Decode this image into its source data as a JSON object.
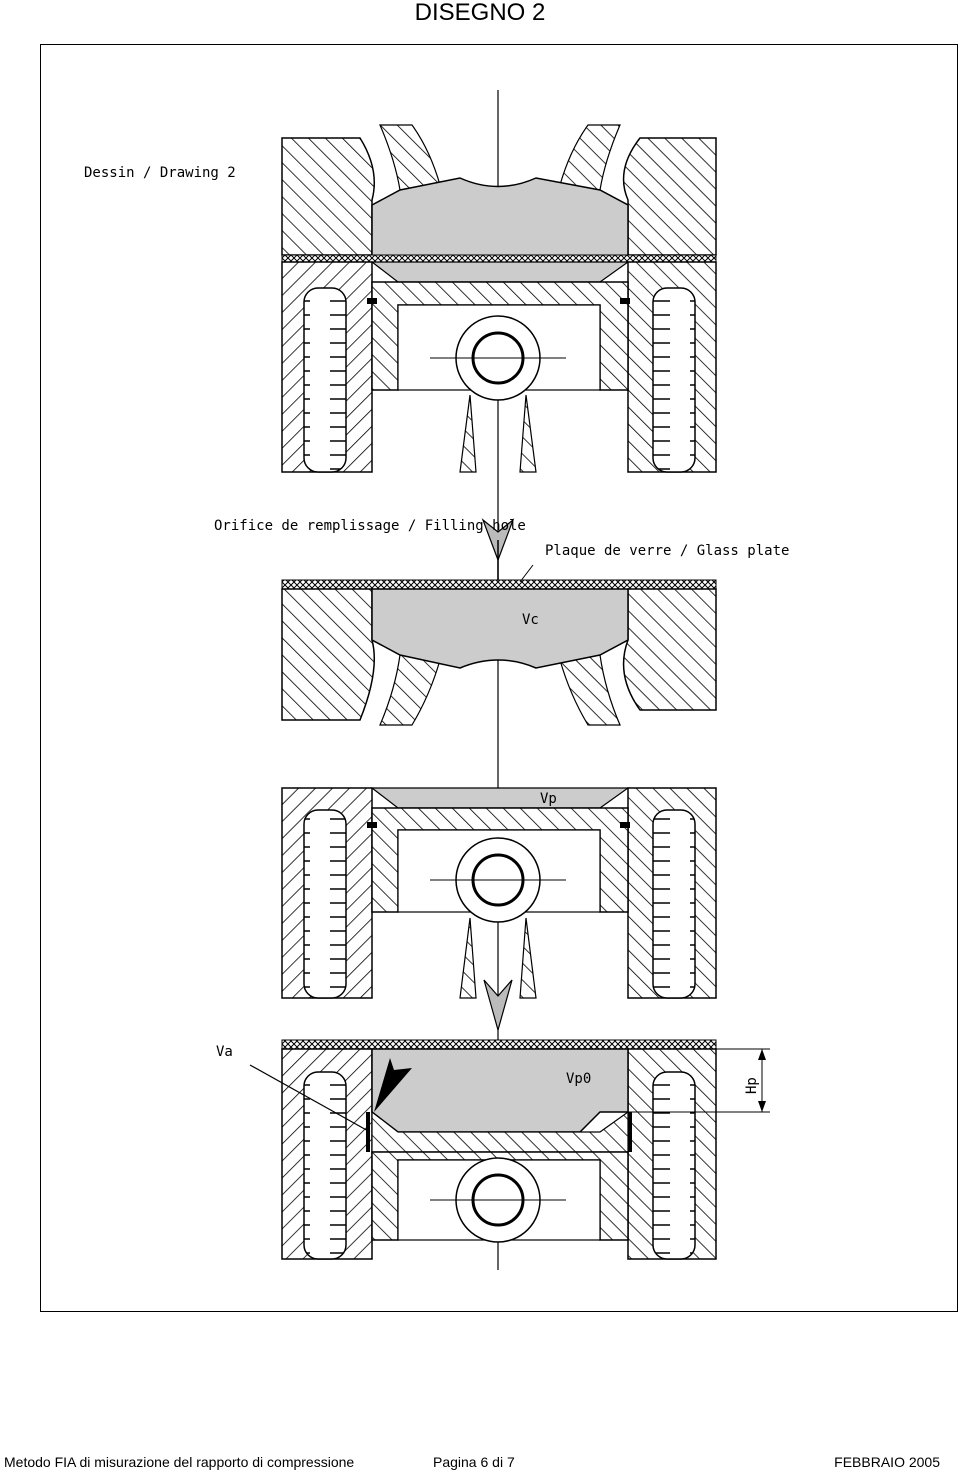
{
  "page": {
    "title": "DISEGNO 2"
  },
  "drawing": {
    "title": "Dessin / Drawing 2",
    "labels": {
      "filling_hole": "Orifice de remplissage / Filling hole",
      "glass_plate": "Plaque de verre / Glass plate",
      "vc": "Vc",
      "vp": "Vp",
      "va": "Va",
      "vp0": "Vp0",
      "hp": "Hp"
    }
  },
  "footer": {
    "method": "Metodo FIA di misurazione del rapporto di compressione",
    "page": "Pagina 6 di 7",
    "date": "FEBBRAIO 2005"
  },
  "colors": {
    "fill_gray": "#cccccc",
    "line": "#000000"
  }
}
